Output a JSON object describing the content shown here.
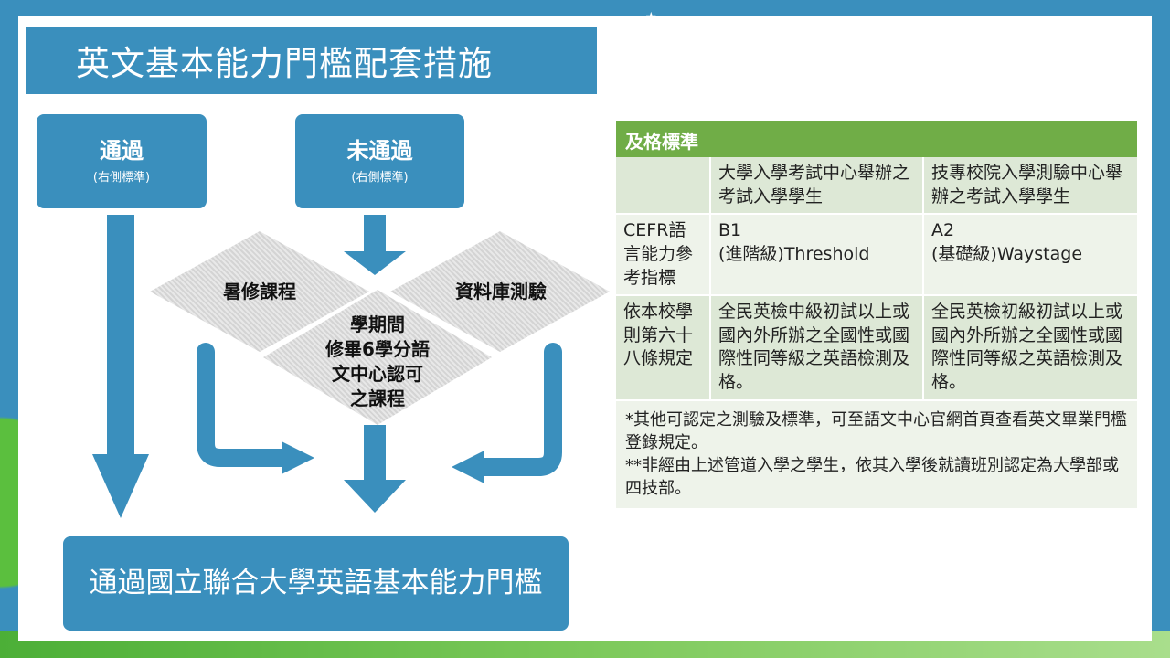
{
  "title": "英文基本能力門檻配套措施",
  "flow": {
    "pass": {
      "label": "通過",
      "sub": "(右側標準)"
    },
    "fail": {
      "label": "未通過",
      "sub": "(右側標準)"
    },
    "summer": "暑修課程",
    "database": "資料庫測驗",
    "semester_lines": [
      "學期間",
      "修畢6學分語",
      "文中心認可",
      "之課程"
    ],
    "result": "通過國立聯合大學英語基本能力門檻"
  },
  "criteria": {
    "header": "及格標準",
    "col1": "大學入學考試中心舉辦之考試入學學生",
    "col2": "技專校院入學測驗中心舉辦之考試入學學生",
    "rows": [
      {
        "label": "CEFR語言能力參考指標",
        "col1_line1": "B1",
        "col1_line2": "(進階級)Threshold",
        "col2_line1": "A2",
        "col2_line2": "(基礎級)Waystage"
      },
      {
        "label": "依本校學則第六十八條規定",
        "col1": "全民英檢中級初試以上或國內外所辦之全國性或國際性同等級之英語檢測及格。",
        "col2": "全民英檢初級初試以上或國內外所辦之全國性或國際性同等級之英語檢測及格。"
      }
    ],
    "note1": "*其他可認定之測驗及標準，可至語文中心官網首頁查看英文畢業門檻登錄規定。",
    "note2": "**非經由上述管道入學之學生，依其入學後就讀班別認定為大學部或四技部。"
  },
  "colors": {
    "primary": "#3a8fbd",
    "header_green": "#70ad47",
    "row": "#dde8d6"
  }
}
